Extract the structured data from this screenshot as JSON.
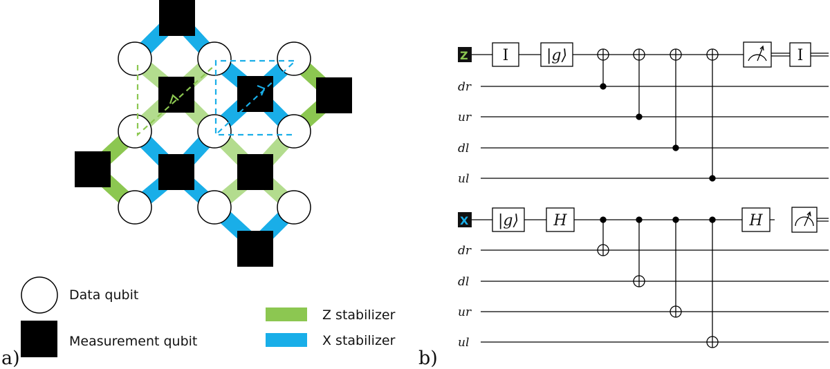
{
  "colors": {
    "z_stabilizer": "#8cc751",
    "z_light": "#b3dc8e",
    "x_stabilizer": "#19aee8",
    "measurement": "#000000",
    "data": "#ffffff"
  },
  "panel_a": {
    "label": "a)",
    "legend": {
      "data_qubit": "Data qubit",
      "measurement_qubit": "Measurement qubit",
      "z_stabilizer": "Z stabilizer",
      "x_stabilizer": "X stabilizer"
    }
  },
  "panel_b": {
    "label": "b)",
    "z_circuit": {
      "badge": "Z",
      "wires": [
        "dr",
        "ur",
        "dl",
        "ul"
      ],
      "gates": {
        "identity": "I",
        "init": "|g⟩",
        "identity_end": "I"
      }
    },
    "x_circuit": {
      "badge": "X",
      "wires": [
        "dr",
        "dl",
        "ur",
        "ul"
      ],
      "gates": {
        "init": "|g⟩",
        "hadamard": "H",
        "hadamard_end": "H"
      }
    }
  }
}
